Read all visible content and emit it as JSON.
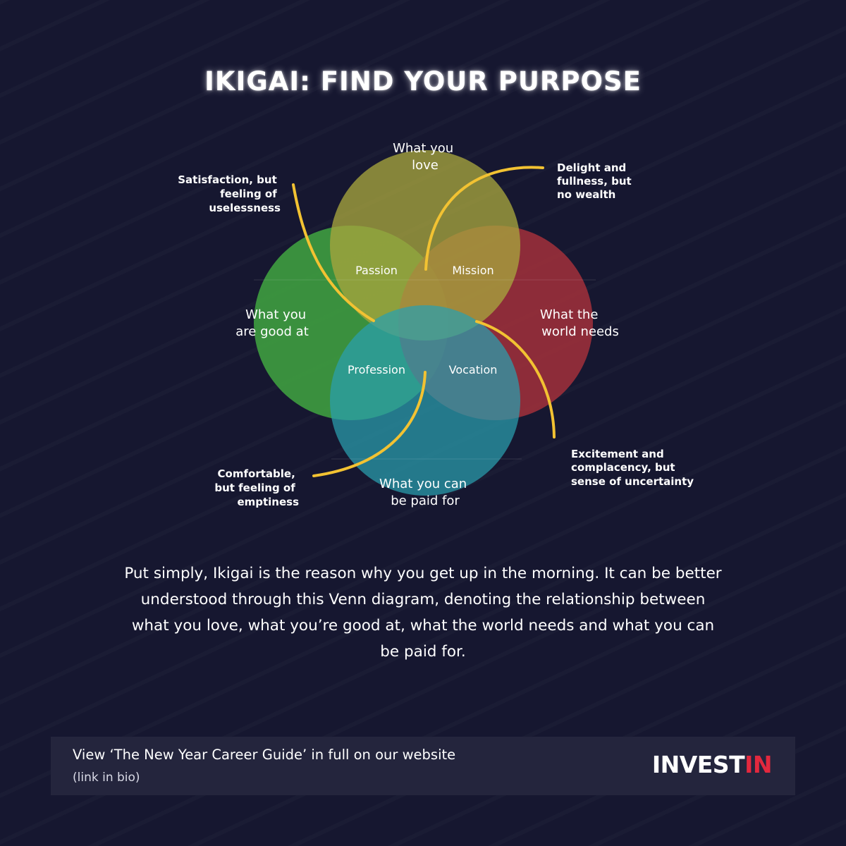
{
  "title": "IKIGAI: FIND YOUR PURPOSE",
  "circles": [
    {
      "id": "love",
      "lines": [
        "What you",
        "love"
      ],
      "color": "#9a9b3c"
    },
    {
      "id": "good",
      "lines": [
        "What you",
        "are good at"
      ],
      "color": "#3d9a3f"
    },
    {
      "id": "needs",
      "lines": [
        "What the",
        "world needs"
      ],
      "color": "#a2303b"
    },
    {
      "id": "paid",
      "lines": [
        "What you can",
        "be paid for"
      ],
      "color": "#2f97a8"
    }
  ],
  "zones": {
    "passion": "Passion",
    "mission": "Mission",
    "profession": "Profession",
    "vocation": "Vocation"
  },
  "notes": {
    "top_left": [
      "Satisfaction, but",
      "feeling of",
      "uselessness"
    ],
    "top_right": [
      "Delight and",
      "fullness, but",
      "no wealth"
    ],
    "bottom_left": [
      "Comfortable,",
      "but feeling of",
      "emptiness"
    ],
    "bottom_right": [
      "Excitement and",
      "complacency, but",
      "sense of uncertainty"
    ]
  },
  "curve_color": "#f2c232",
  "description": "Put simply, Ikigai is the reason why you get up in the morning. It can be better understood through this Venn diagram, denoting the relationship between what you love, what you’re good at, what the world needs and what you can be paid for.",
  "footer": {
    "line1": "View ‘The New Year Career Guide’ in full on our website",
    "line2": "(link in bio)",
    "logo_part1": "INVEST",
    "logo_part2": "IN",
    "logo_accent_color": "#e3283e"
  }
}
